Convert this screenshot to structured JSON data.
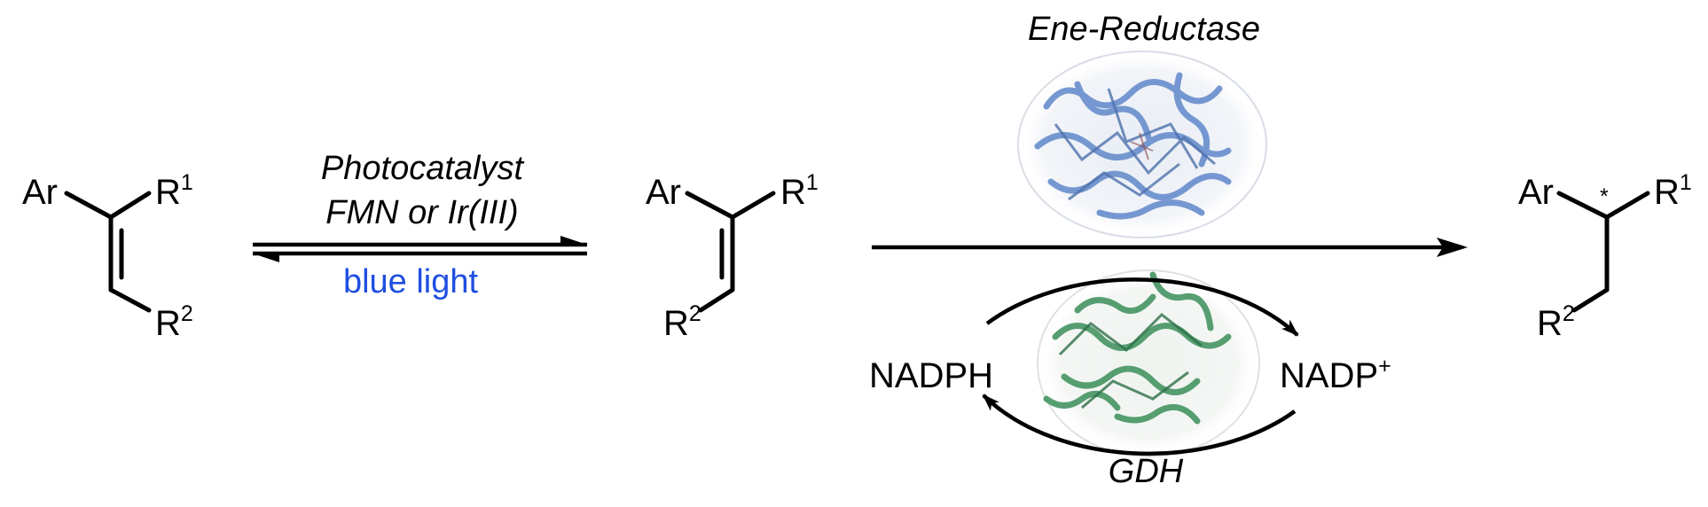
{
  "substrate": {
    "ar": "Ar",
    "r1": "R",
    "r1_sup": "1",
    "r2": "R",
    "r2_sup": "2"
  },
  "isomer": {
    "ar": "Ar",
    "r1": "R",
    "r1_sup": "1",
    "r2": "R",
    "r2_sup": "2"
  },
  "product": {
    "ar": "Ar",
    "r1": "R",
    "r1_sup": "1",
    "r2": "R",
    "r2_sup": "2",
    "stereo": "*"
  },
  "isomerization": {
    "catalyst_line1": "Photocatalyst",
    "catalyst_line2": "FMN or Ir(III)",
    "condition": "blue light"
  },
  "reduction": {
    "enzyme": "Ene-Reductase",
    "cofactor_reduced": "NADPH",
    "cofactor_oxidized": "NADP",
    "cofactor_oxidized_charge": "+",
    "recycling_enzyme": "GDH"
  },
  "colors": {
    "ene_reductase": "#6f93cf",
    "gdh": "#4e9a6a",
    "blue_light": "#1f4fe0"
  }
}
